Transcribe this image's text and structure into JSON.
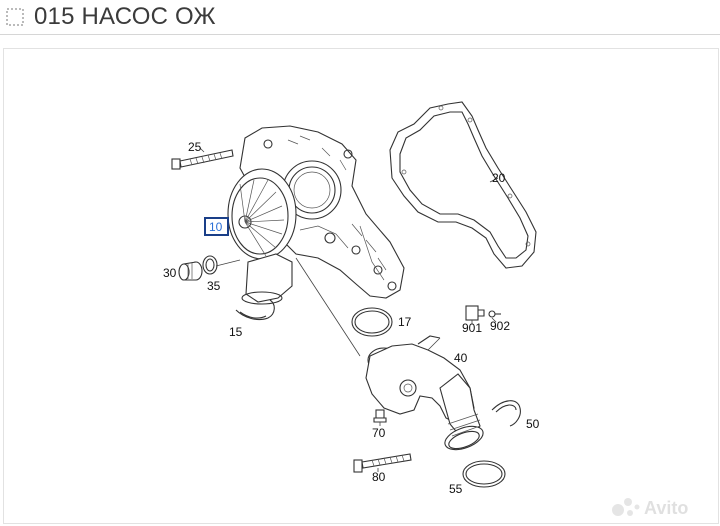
{
  "header": {
    "title": "015 НАСОС ОЖ",
    "icon": "dotted-square-icon"
  },
  "callouts": {
    "p10": "10",
    "p15": "15",
    "p17": "17",
    "p20": "20",
    "p25": "25",
    "p30": "30",
    "p35": "35",
    "p40": "40",
    "p50": "50",
    "p55": "55",
    "p70": "70",
    "p80": "80",
    "p901": "901",
    "p902": "902"
  },
  "watermark": {
    "text": "Avito",
    "icon": "avito-logo-icon"
  },
  "colors": {
    "selected_callout_border": "#1a3f88",
    "selected_callout_text": "#2a6fd6"
  }
}
